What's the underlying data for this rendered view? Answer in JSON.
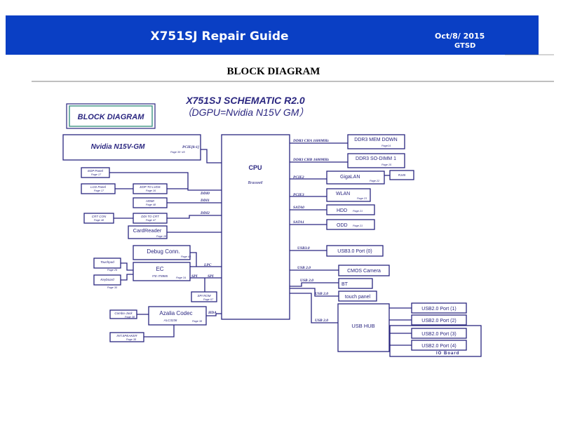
{
  "header": {
    "title": "X751SJ Repair Guide",
    "date": "Oct/8/ 2015",
    "org": "GTSD",
    "color": "#0a3fc4"
  },
  "subtitle": "BLOCK DIAGRAM",
  "schematic": {
    "title": "X751SJ SCHEMATIC R2.0",
    "subtitle": "（DGPU=Nvidia N15V GM）",
    "badge": "BLOCK DIAGRAM",
    "line_color": "#2a2680"
  },
  "cpu": {
    "label": "CPU",
    "sub": "Braswell"
  },
  "left_blocks": {
    "gpu": {
      "label": "Nvidia N15V-GM",
      "page": "Page 30~45"
    },
    "edp_panel": {
      "label": "EDP Panel",
      "page": "Page 17"
    },
    "lcd_panel": {
      "label": "LCD Panel",
      "page": "Page 17"
    },
    "edp_lvds": {
      "label": "EDP TO LVDS",
      "page": "Page 16"
    },
    "hdmi": {
      "label": "HDMI",
      "page": "Page 48"
    },
    "crt_con": {
      "label": "CRT CON",
      "page": "Page 48"
    },
    "ddi_crt": {
      "label": "DDI TO CRT",
      "page": "Page 47"
    },
    "card_reader": {
      "label": "CardReader",
      "page": "Page 18"
    },
    "debug": {
      "label": "Debug Conn.",
      "page": "Page 44"
    },
    "touchpad": {
      "label": "Touchpad",
      "page": "Page 29"
    },
    "keyboard": {
      "label": "Keyboard",
      "page": "Page 30"
    },
    "ec": {
      "label": "EC",
      "sub": "ITE IT8985",
      "page": "Page 34"
    },
    "spi_rom": {
      "label": "SPI ROM",
      "page": "Page 07"
    },
    "combo_jack": {
      "label": "Combo-Jack",
      "page": "Page 38"
    },
    "azalia": {
      "label": "Azalia Codec",
      "sub": "ALC3236",
      "page": "Page 38"
    },
    "speaker": {
      "label": "INT.SPEAKER",
      "page": "Page 38"
    }
  },
  "right_blocks": {
    "ddr_down": {
      "label": "DDR3 MEM DOWN",
      "page": "Page14"
    },
    "ddr_sodimm": {
      "label": "DDR3 SO-DIMM 1",
      "page": "Page 15"
    },
    "gigalan": {
      "label": "GigaLAN",
      "page": "Page 22"
    },
    "rj45": {
      "label": "RJ45"
    },
    "wlan": {
      "label": "WLAN",
      "page": "Page 23"
    },
    "hdd": {
      "label": "HDD",
      "page": "Page 21"
    },
    "odd": {
      "label": "ODD",
      "page": "Page 21"
    },
    "usb30": {
      "label": "USB3.0 Port (0)"
    },
    "cmos": {
      "label": "CMOS Camera"
    },
    "bt": {
      "label": "BT"
    },
    "touch": {
      "label": "touch panel"
    },
    "hub": {
      "label": "USB HUB"
    },
    "usb1": {
      "label": "USB2.0 Port (1)"
    },
    "usb2": {
      "label": "USB2.0 Port (2)"
    },
    "usb3": {
      "label": "USB2.0 Port (3)"
    },
    "usb4": {
      "label": "USB2.0 Port (4)"
    },
    "io_board": {
      "label": "IO Board"
    }
  },
  "buses": {
    "pcie": "PCIE[0:1]",
    "ddi0": "DDI0",
    "ddi1": "DDI1",
    "ddi2": "DDI2",
    "lpc": "LPC",
    "spi_a": "SPI",
    "spi_b": "SPI",
    "hda": "HDA",
    "ddr_a": "DDR3 CHA 1600MHz",
    "ddr_b": "DDR3 CHB 1600MHz",
    "pcie2": "PCIE2",
    "pcie3": "PCIE3",
    "sata0": "SATA0",
    "sata1": "SATA1",
    "usb30": "USB3.0",
    "usb20a": "USB 2.0",
    "usb20b": "USB 2.0",
    "usb20c": "USB 2.0",
    "usb20d": "USB 2.0"
  }
}
